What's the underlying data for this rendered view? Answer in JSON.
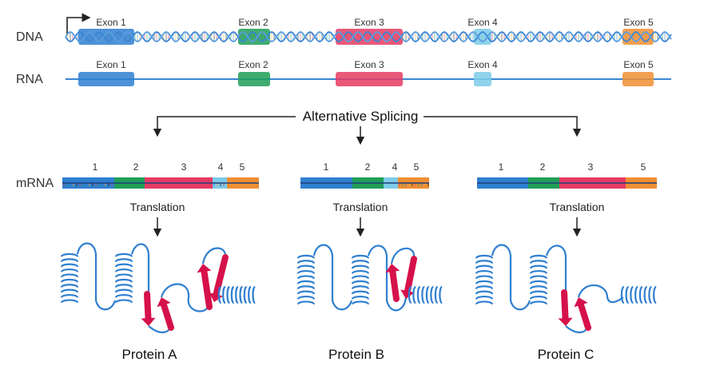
{
  "rows": {
    "dna": "DNA",
    "rna": "RNA",
    "mrna": "mRNA"
  },
  "exons": [
    {
      "label": "Exon  1",
      "num": "1",
      "color": "#2f7fd0"
    },
    {
      "label": "Exon 2",
      "num": "2",
      "color": "#1f9e57"
    },
    {
      "label": "Exon  3",
      "num": "3",
      "color": "#e63b63"
    },
    {
      "label": "Exon 4",
      "num": "4",
      "color": "#7ccbe8"
    },
    {
      "label": "Exon 5",
      "num": "5",
      "color": "#f08f33"
    }
  ],
  "process": "Alternative Splicing",
  "translation": "Translation",
  "variants": [
    {
      "protein": "Protein A",
      "exons": [
        "1",
        "2",
        "3",
        "4",
        "5"
      ]
    },
    {
      "protein": "Protein B",
      "exons": [
        "1",
        "2",
        "4",
        "5"
      ]
    },
    {
      "protein": "Protein C",
      "exons": [
        "1",
        "2",
        "3",
        "5"
      ]
    }
  ],
  "colors": {
    "strand": "#3a86d4",
    "helix": "#2f7fd0",
    "arrow": "#d6114a",
    "line": "#222222"
  }
}
